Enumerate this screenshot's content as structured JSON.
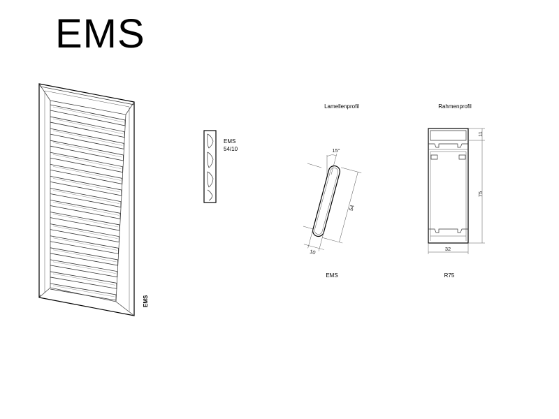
{
  "title": "EMS",
  "shutter_label": "EMS",
  "slat_symbol": {
    "line1": "EMS",
    "line2": "54/10"
  },
  "slat_profile": {
    "heading": "Lamellenprofil",
    "caption": "EMS",
    "angle": "15°",
    "length": "54",
    "thickness": "10"
  },
  "frame_profile": {
    "heading": "Rahmenprofil",
    "caption": "R75",
    "top_dim": "11",
    "height": "75",
    "width": "32"
  }
}
